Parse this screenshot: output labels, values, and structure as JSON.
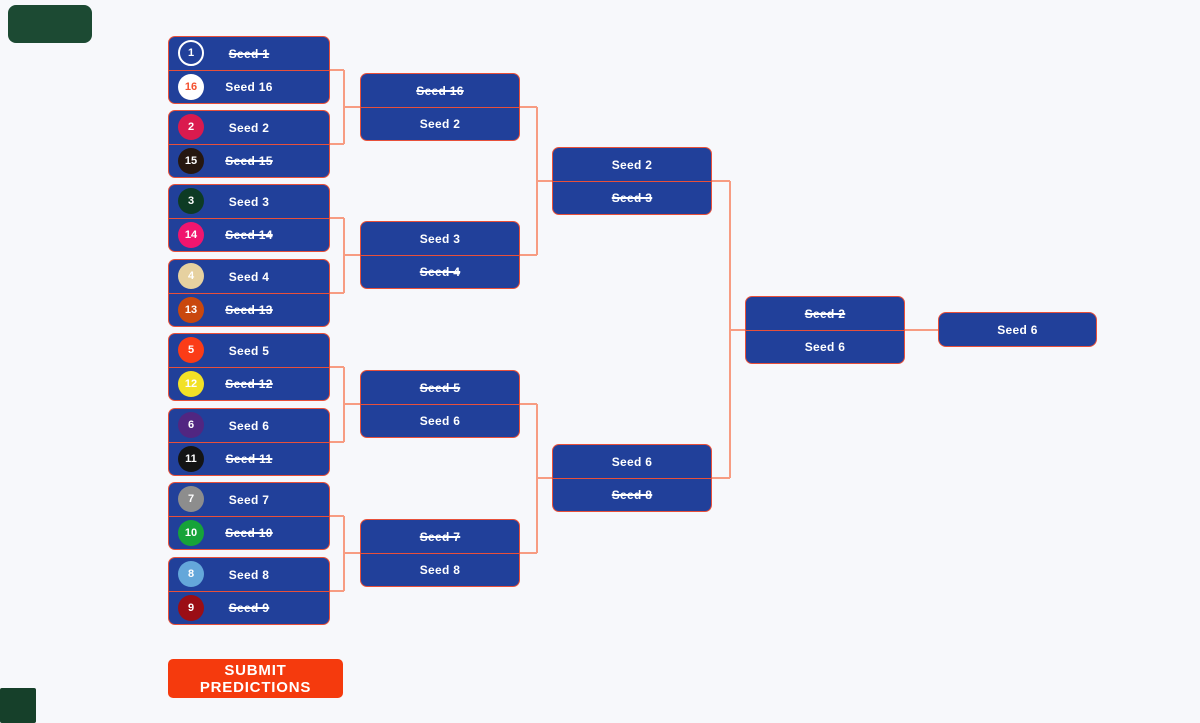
{
  "colors": {
    "background": "#f7f8fb",
    "box": "#21409a",
    "box_border": "#e8503a",
    "connector": "#f79c82",
    "text": "#ffffff"
  },
  "decor": {
    "top_left_badge_color": "#1c4a33",
    "bottom_left_badge_color": "#16402a"
  },
  "bracket": {
    "round1": [
      {
        "teams": [
          {
            "seed": "1",
            "label": "Seed 1",
            "struck": true,
            "circle": {
              "bg": "#21409a",
              "fg": "#ffffff",
              "ring": true
            }
          },
          {
            "seed": "16",
            "label": "Seed 16",
            "struck": false,
            "circle": {
              "bg": "#ffffff",
              "fg": "#f4502e",
              "ring": false
            }
          }
        ]
      },
      {
        "teams": [
          {
            "seed": "2",
            "label": "Seed 2",
            "struck": false,
            "circle": {
              "bg": "#da1a4e",
              "fg": "#ffffff",
              "ring": false
            }
          },
          {
            "seed": "15",
            "label": "Seed 15",
            "struck": true,
            "circle": {
              "bg": "#261710",
              "fg": "#ffffff",
              "ring": false
            }
          }
        ]
      },
      {
        "teams": [
          {
            "seed": "3",
            "label": "Seed 3",
            "struck": false,
            "circle": {
              "bg": "#0d3b24",
              "fg": "#ffffff",
              "ring": false
            }
          },
          {
            "seed": "14",
            "label": "Seed 14",
            "struck": true,
            "circle": {
              "bg": "#f0156e",
              "fg": "#ffffff",
              "ring": false
            }
          }
        ]
      },
      {
        "teams": [
          {
            "seed": "4",
            "label": "Seed 4",
            "struck": false,
            "circle": {
              "bg": "#e6d1a0",
              "fg": "#ffffff",
              "ring": false
            }
          },
          {
            "seed": "13",
            "label": "Seed 13",
            "struck": true,
            "circle": {
              "bg": "#c9480e",
              "fg": "#ffffff",
              "ring": false
            }
          }
        ]
      },
      {
        "teams": [
          {
            "seed": "5",
            "label": "Seed 5",
            "struck": false,
            "circle": {
              "bg": "#fb3c17",
              "fg": "#ffffff",
              "ring": false
            }
          },
          {
            "seed": "12",
            "label": "Seed 12",
            "struck": true,
            "circle": {
              "bg": "#f2e126",
              "fg": "#ffffff",
              "ring": false
            }
          }
        ]
      },
      {
        "teams": [
          {
            "seed": "6",
            "label": "Seed 6",
            "struck": false,
            "circle": {
              "bg": "#512681",
              "fg": "#ffffff",
              "ring": false
            }
          },
          {
            "seed": "11",
            "label": "Seed 11",
            "struck": true,
            "circle": {
              "bg": "#141414",
              "fg": "#ffffff",
              "ring": false
            }
          }
        ]
      },
      {
        "teams": [
          {
            "seed": "7",
            "label": "Seed 7",
            "struck": false,
            "circle": {
              "bg": "#8d8d8d",
              "fg": "#ffffff",
              "ring": false
            }
          },
          {
            "seed": "10",
            "label": "Seed 10",
            "struck": true,
            "circle": {
              "bg": "#16a339",
              "fg": "#ffffff",
              "ring": false
            }
          }
        ]
      },
      {
        "teams": [
          {
            "seed": "8",
            "label": "Seed 8",
            "struck": false,
            "circle": {
              "bg": "#64a7da",
              "fg": "#ffffff",
              "ring": false
            }
          },
          {
            "seed": "9",
            "label": "Seed 9",
            "struck": true,
            "circle": {
              "bg": "#9b0e15",
              "fg": "#ffffff",
              "ring": false
            }
          }
        ]
      }
    ],
    "round2": [
      {
        "slots": [
          {
            "label": "Seed 16",
            "struck": true
          },
          {
            "label": "Seed 2",
            "struck": false
          }
        ]
      },
      {
        "slots": [
          {
            "label": "Seed 3",
            "struck": false
          },
          {
            "label": "Seed 4",
            "struck": true
          }
        ]
      },
      {
        "slots": [
          {
            "label": "Seed 5",
            "struck": true
          },
          {
            "label": "Seed 6",
            "struck": false
          }
        ]
      },
      {
        "slots": [
          {
            "label": "Seed 7",
            "struck": true
          },
          {
            "label": "Seed 8",
            "struck": false
          }
        ]
      }
    ],
    "round3": [
      {
        "slots": [
          {
            "label": "Seed 2",
            "struck": false
          },
          {
            "label": "Seed 3",
            "struck": true
          }
        ]
      },
      {
        "slots": [
          {
            "label": "Seed 6",
            "struck": false
          },
          {
            "label": "Seed 8",
            "struck": true
          }
        ]
      }
    ],
    "round4": [
      {
        "slots": [
          {
            "label": "Seed 2",
            "struck": true
          },
          {
            "label": "Seed 6",
            "struck": false
          }
        ]
      }
    ],
    "champion": {
      "label": "Seed 6"
    }
  },
  "submit_button": {
    "label": "SUBMIT PREDICTIONS",
    "background": "#f53a0d"
  }
}
